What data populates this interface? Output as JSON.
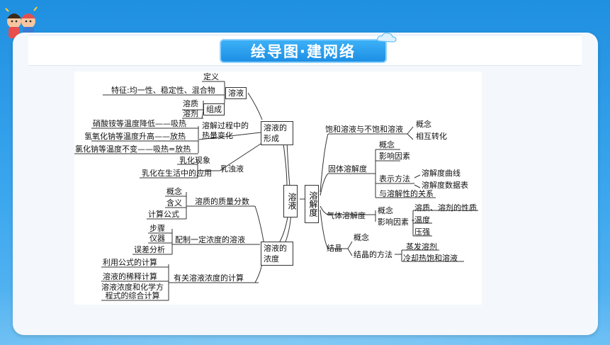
{
  "title": "绘导图·建网络",
  "nodes": {
    "center_solution": "溶液",
    "center_solubility": "溶解度",
    "solution_formation": "溶液的形成",
    "solution_concentration": "溶液的浓度",
    "solution": "溶液",
    "definition": "定义",
    "features": "特征:均一性、稳定性、混合物",
    "composition": "组成",
    "solute": "溶质",
    "solvent": "溶剂",
    "heat_change": "溶解过程中的热量变化",
    "heat_1": "硝酸铵等温度降低——吸热",
    "heat_2": "氢氧化钠等温度升高——放热",
    "heat_3": "氯化钠等温度不变——吸热=放热",
    "emulsion": "乳浊液",
    "emulsion_1": "乳化现象",
    "emulsion_2": "乳化在生活中的应用",
    "mass_fraction": "溶质的质量分数",
    "mf_concept": "概念",
    "mf_meaning": "含义",
    "mf_formula": "计算公式",
    "prepare": "配制一定浓度的溶液",
    "prep_steps": "步骤",
    "prep_instruments": "仪器",
    "prep_error": "误差分析",
    "calc": "有关溶液浓度的计算",
    "calc_1": "利用公式的计算",
    "calc_2": "溶液的稀释计算",
    "calc_3": "溶液浓度和化学方程式的综合计算",
    "saturated": "饱和溶液与不饱和溶液",
    "sat_concept": "概念",
    "sat_convert": "相互转化",
    "solid_sol": "固体溶解度",
    "solid_concept": "概念",
    "solid_factors": "影响因素",
    "solid_express": "表示方法",
    "curve": "溶解度曲线",
    "table": "溶解度数据表",
    "solid_relation": "与溶解性的关系",
    "gas_sol": "气体溶解度",
    "gas_concept": "概念",
    "gas_factors": "影响因素",
    "gas_f1": "溶质、溶剂的性质",
    "gas_f2": "温度",
    "gas_f3": "压强",
    "crystal": "结晶",
    "cry_concept": "概念",
    "cry_method": "结晶的方法",
    "cry_1": "蒸发溶剂",
    "cry_2": "冷却热饱和溶液"
  }
}
